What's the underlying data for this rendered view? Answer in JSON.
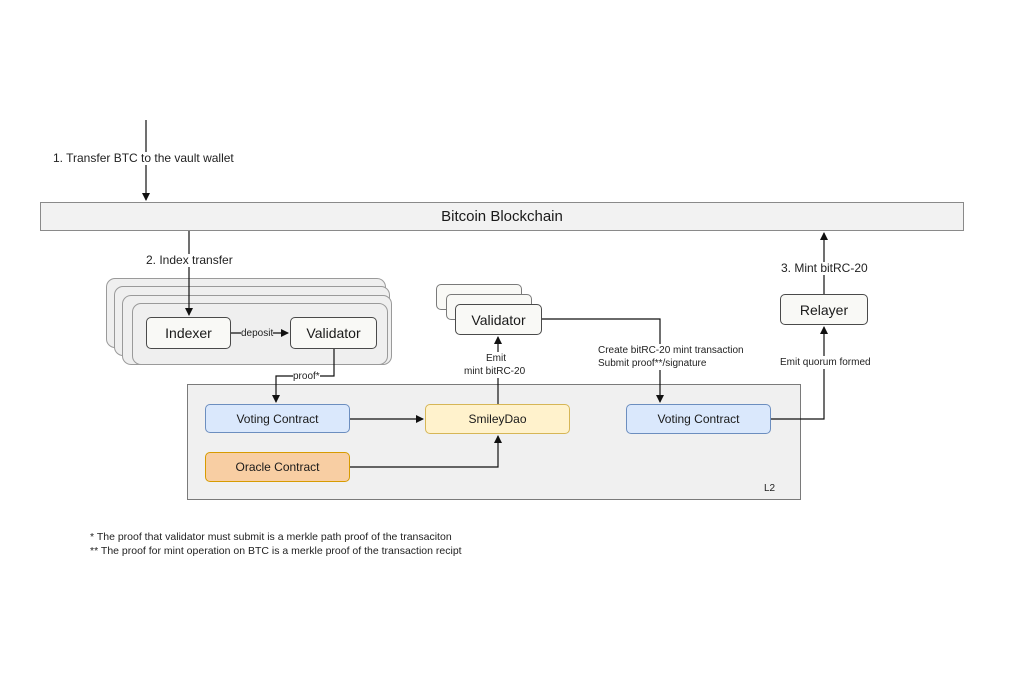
{
  "title": "",
  "nodes": {
    "blockchain": "Bitcoin Blockchain",
    "indexer": "Indexer",
    "validator_left": "Validator",
    "validator_mid": "Validator",
    "relayer": "Relayer",
    "voting_contract_left": "Voting Contract",
    "oracle_contract": "Oracle Contract",
    "smileydao": "SmileyDao",
    "voting_contract_right": "Voting Contract",
    "l2_label": "L2"
  },
  "edges": {
    "transfer": "1. Transfer  BTC to the vault wallet",
    "index_transfer": "2. Index transfer",
    "deposit": "deposit",
    "proof": "proof*",
    "emit_mint_line1": "Emit",
    "emit_mint_line2": "mint bitRC-20",
    "create_mint_line1": "Create bitRC-20 mint transaction",
    "create_mint_line2": "Submit proof**/signature",
    "mint_bitrc20": "3. Mint bitRC-20",
    "quorum": "Emit quorum formed"
  },
  "footnotes": [
    "*  The proof that validator must submit is a merkle path proof of the transaciton",
    "** The proof for mint operation on BTC is a merkle proof of the transaction recipt"
  ],
  "colors": {
    "voting_fill": "#dae8fc",
    "voting_stroke": "#6c8ebf",
    "oracle_fill": "#f8cea3",
    "oracle_stroke": "#d79b00",
    "dao_fill": "#fff2cc",
    "dao_stroke": "#d6b656"
  }
}
